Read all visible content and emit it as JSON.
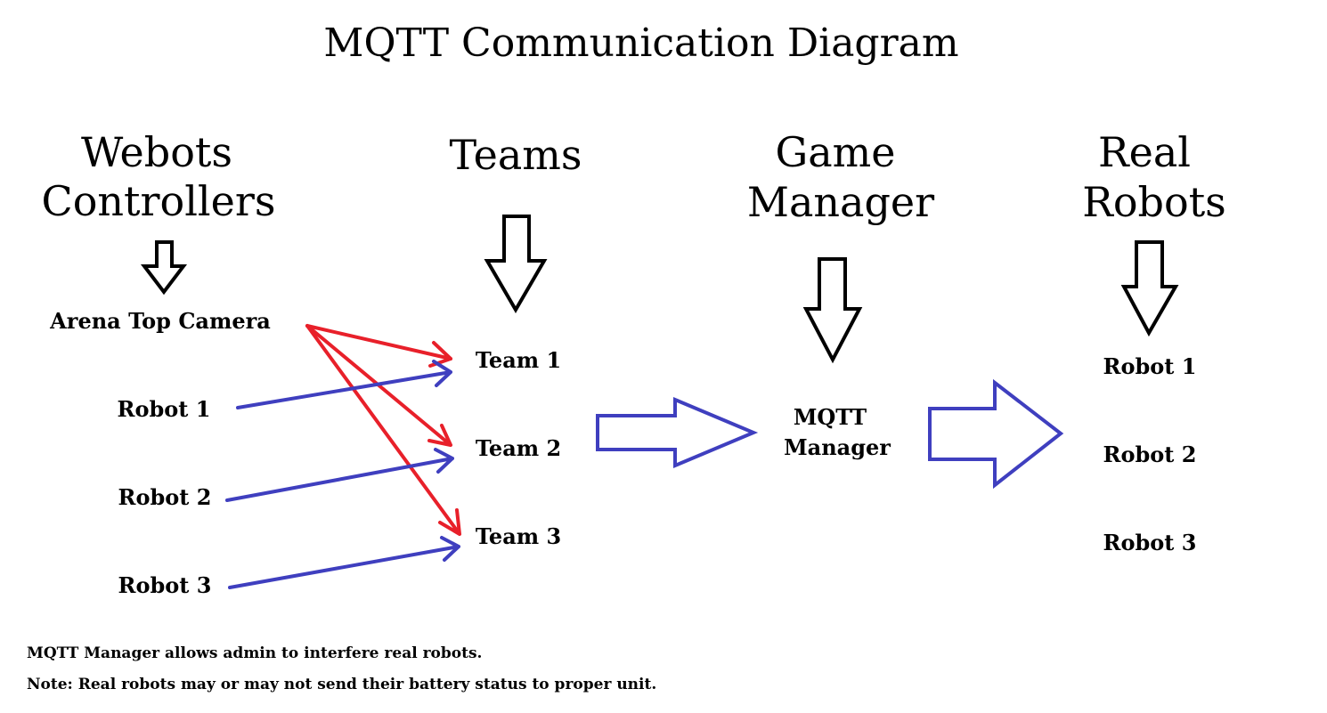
{
  "title": "MQTT Communication Diagram",
  "columns": {
    "webots": {
      "line1": "Webots",
      "line2": "Controllers"
    },
    "teams": {
      "line1": "Teams"
    },
    "game_manager": {
      "line1": "Game",
      "line2": "Manager"
    },
    "real_robots": {
      "line1": "Real",
      "line2": "Robots"
    }
  },
  "nodes": {
    "arena_camera": "Arena Top Camera",
    "webots_robot_1": "Robot 1",
    "webots_robot_2": "Robot 2",
    "webots_robot_3": "Robot 3",
    "team_1": "Team 1",
    "team_2": "Team 2",
    "team_3": "Team 3",
    "mqtt_manager_line1": "MQTT",
    "mqtt_manager_line2": "Manager",
    "real_robot_1": "Robot 1",
    "real_robot_2": "Robot 2",
    "real_robot_3": "Robot 3"
  },
  "notes": {
    "note_1": "MQTT Manager allows admin to interfere real robots.",
    "note_2": "Note: Real robots may or may not send their battery status to proper unit."
  },
  "colors": {
    "camera_arrows": "#e8202a",
    "robot_arrows": "#3f3fbf",
    "block_arrows": "#3f3fbf",
    "down_arrows": "#000000"
  }
}
